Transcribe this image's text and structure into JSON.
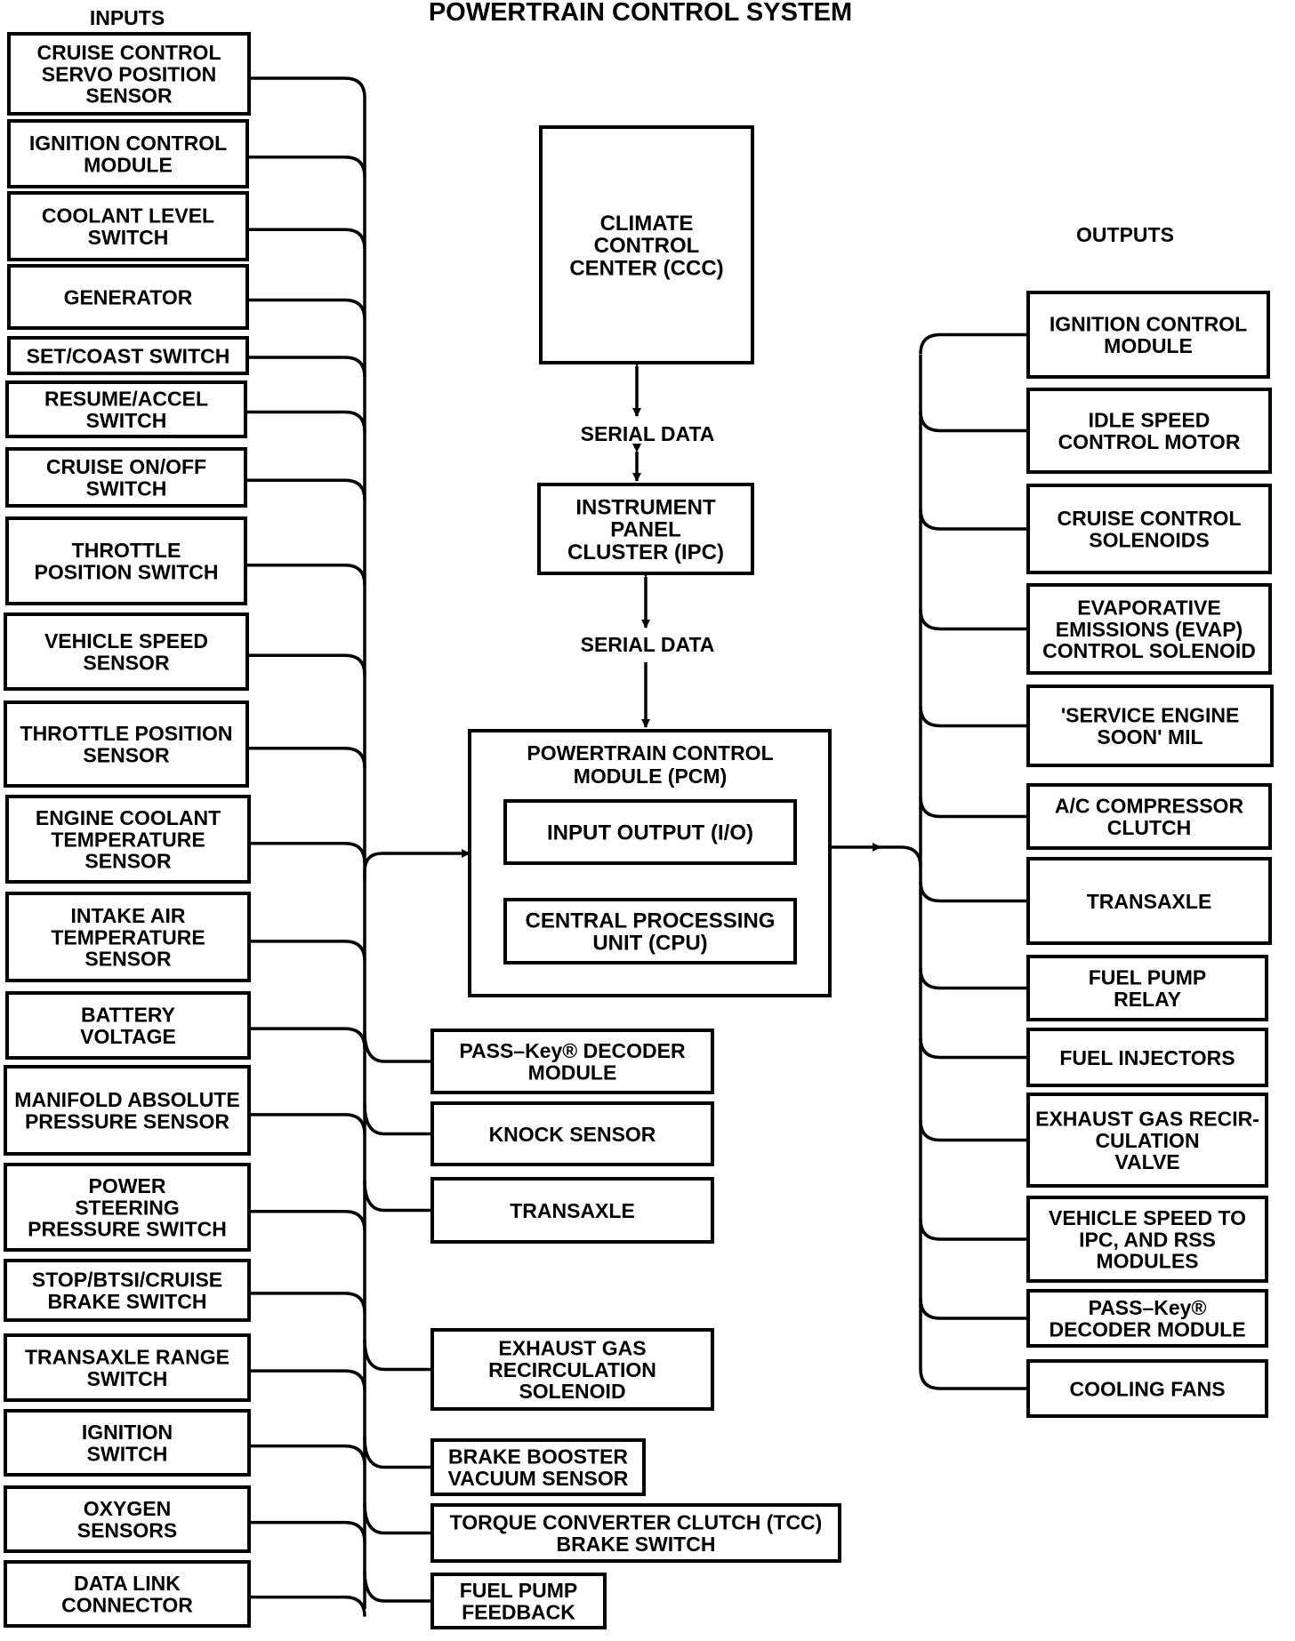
{
  "title": "POWERTRAIN CONTROL SYSTEM",
  "inputs_heading": "INPUTS",
  "outputs_heading": "OUTPUTS",
  "serial_data_label": "SERIAL DATA",
  "inputs": [
    {
      "lines": [
        "CRUISE CONTROL",
        "SERVO POSITION",
        "SENSOR"
      ]
    },
    {
      "lines": [
        "IGNITION CONTROL",
        "MODULE"
      ]
    },
    {
      "lines": [
        "COOLANT LEVEL",
        "SWITCH"
      ]
    },
    {
      "lines": [
        "GENERATOR"
      ]
    },
    {
      "lines": [
        "SET/COAST SWITCH"
      ]
    },
    {
      "lines": [
        "RESUME/ACCEL",
        "SWITCH"
      ]
    },
    {
      "lines": [
        "CRUISE ON/OFF",
        "SWITCH"
      ]
    },
    {
      "lines": [
        "THROTTLE",
        "POSITION SWITCH"
      ]
    },
    {
      "lines": [
        "VEHICLE SPEED",
        "SENSOR"
      ]
    },
    {
      "lines": [
        "THROTTLE POSITION",
        "SENSOR"
      ]
    },
    {
      "lines": [
        "ENGINE COOLANT",
        "TEMPERATURE",
        "SENSOR"
      ]
    },
    {
      "lines": [
        "INTAKE AIR",
        "TEMPERATURE",
        "SENSOR"
      ]
    },
    {
      "lines": [
        "BATTERY",
        "VOLTAGE"
      ]
    },
    {
      "lines": [
        "MANIFOLD ABSOLUTE",
        "PRESSURE SENSOR"
      ]
    },
    {
      "lines": [
        "POWER",
        "STEERING",
        "PRESSURE SWITCH"
      ]
    },
    {
      "lines": [
        "STOP/BTSI/CRUISE",
        "BRAKE SWITCH"
      ]
    },
    {
      "lines": [
        "TRANSAXLE RANGE",
        "SWITCH"
      ]
    },
    {
      "lines": [
        "IGNITION",
        "SWITCH"
      ]
    },
    {
      "lines": [
        "OXYGEN",
        "SENSORS"
      ]
    },
    {
      "lines": [
        "DATA LINK",
        "CONNECTOR"
      ]
    }
  ],
  "extra_inputs": [
    {
      "lines": [
        "PASS–Key® DECODER",
        "MODULE"
      ]
    },
    {
      "lines": [
        "KNOCK SENSOR"
      ]
    },
    {
      "lines": [
        "TRANSAXLE"
      ]
    },
    {
      "lines": [
        "EXHAUST GAS",
        "RECIRCULATION",
        "SOLENOID"
      ]
    },
    {
      "lines": [
        "BRAKE BOOSTER",
        "VACUUM SENSOR"
      ]
    },
    {
      "lines": [
        "TORQUE CONVERTER CLUTCH (TCC)",
        "BRAKE SWITCH"
      ]
    },
    {
      "lines": [
        "FUEL PUMP",
        "FEEDBACK"
      ]
    }
  ],
  "center": {
    "ccc": {
      "lines": [
        "CLIMATE",
        "CONTROL",
        "CENTER (CCC)"
      ]
    },
    "ipc": {
      "lines": [
        "INSTRUMENT",
        "PANEL",
        "CLUSTER (IPC)"
      ]
    },
    "pcm": {
      "lines": [
        "POWERTRAIN CONTROL",
        "MODULE (PCM)"
      ]
    },
    "io": {
      "lines": [
        "INPUT OUTPUT (I/O)"
      ]
    },
    "cpu": {
      "lines": [
        "CENTRAL PROCESSING",
        "UNIT (CPU)"
      ]
    }
  },
  "outputs": [
    {
      "lines": [
        "IGNITION CONTROL",
        "MODULE"
      ]
    },
    {
      "lines": [
        "IDLE SPEED",
        "CONTROL MOTOR"
      ]
    },
    {
      "lines": [
        "CRUISE CONTROL",
        "SOLENOIDS"
      ]
    },
    {
      "lines": [
        "EVAPORATIVE",
        "EMISSIONS (EVAP)",
        "CONTROL SOLENOID"
      ]
    },
    {
      "lines": [
        "'SERVICE ENGINE",
        "SOON' MIL"
      ]
    },
    {
      "lines": [
        "A/C COMPRESSOR",
        "CLUTCH"
      ]
    },
    {
      "lines": [
        "TRANSAXLE"
      ]
    },
    {
      "lines": [
        "FUEL PUMP",
        "RELAY"
      ]
    },
    {
      "lines": [
        "FUEL INJECTORS"
      ]
    },
    {
      "lines": [
        "EXHAUST GAS RECIR-",
        "CULATION",
        "VALVE"
      ]
    },
    {
      "lines": [
        "VEHICLE SPEED TO",
        "IPC, AND RSS",
        "MODULES"
      ]
    },
    {
      "lines": [
        "PASS–Key®",
        "DECODER MODULE"
      ]
    },
    {
      "lines": [
        "COOLING FANS"
      ]
    }
  ]
}
